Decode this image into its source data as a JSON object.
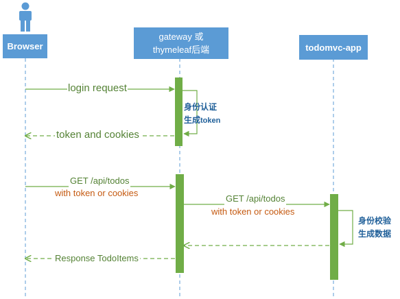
{
  "participants": {
    "browser": "Browser",
    "gateway": "gateway 或\nthymeleaf后端",
    "todomvc": "todomvc-app"
  },
  "messages": {
    "login_request": "login request",
    "token_and_cookies": "token and cookies",
    "get_todos_1_line1": "GET /api/todos",
    "get_todos_1_line2": "with token or cookies",
    "get_todos_2_line1": "GET /api/todos",
    "get_todos_2_line2": "with token or cookies",
    "response_todoitems": "Response TodoItems"
  },
  "notes": {
    "gateway_line1": "身份认证",
    "gateway_line2_prefix": "生成",
    "gateway_line2_suffix": "token",
    "app_line1": "身份校验",
    "app_line2": "生成数据"
  },
  "colors": {
    "participant_fill": "#5b9bd5",
    "activation": "#70ad47",
    "lifeline": "#5b9bd5",
    "message_green": "#548235",
    "message_brown": "#c55a11",
    "note_text": "#1f5f99"
  }
}
